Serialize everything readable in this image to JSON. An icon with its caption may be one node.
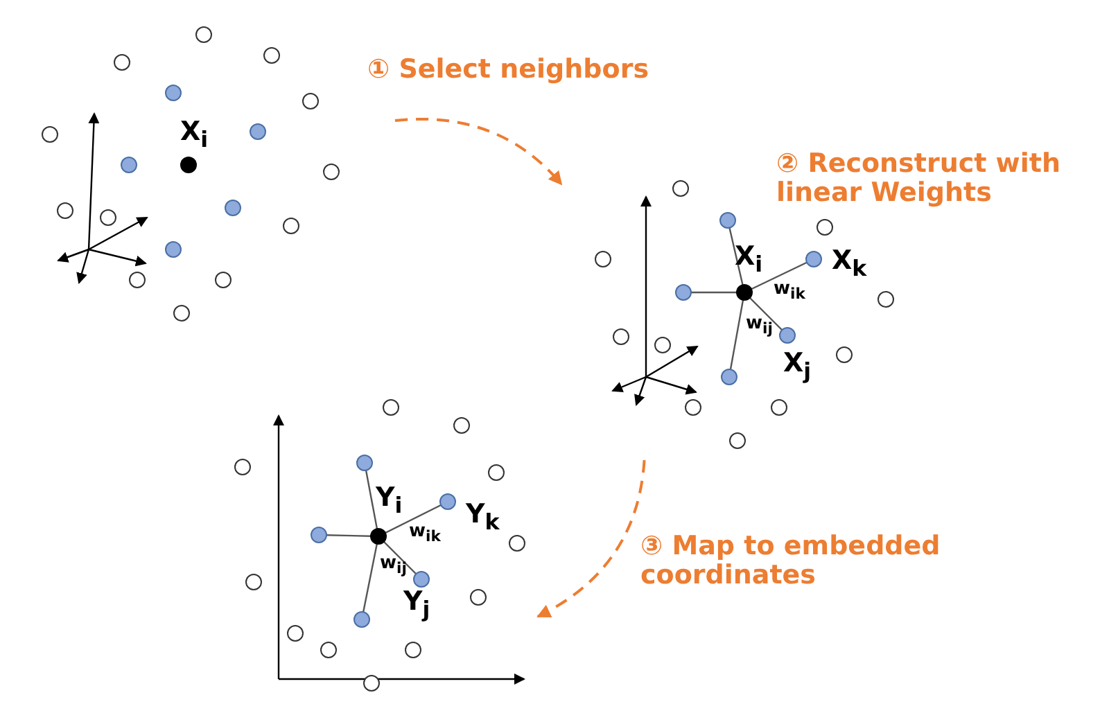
{
  "diagram": {
    "nodes": [
      {
        "text": [],
        "shape": "picture"
      },
      {
        "text": [],
        "shape": "picture"
      },
      {
        "text": [],
        "shape": "picture"
      }
    ],
    "edges": [
      {
        "from": 0,
        "to": 1,
        "arrow": "to",
        "label": "① Select neighbors",
        "style": "dashed",
        "color": "#ed7d31"
      },
      {
        "from": 1,
        "to": 2,
        "arrow": "to",
        "label": "③ Map to embedded coordinates",
        "style": "dashed",
        "color": "#ed7d31"
      }
    ],
    "labels": [
      "X$_{i}$",
      "② Reconstruct with linear Weights",
      "X$_{i}$",
      "X$_{k}$",
      "w$_{ik}$",
      "w$_{ij}$",
      "X$_{j}$",
      "Y$_{i}$",
      "Y$_{k}$",
      "w$_{ik}$",
      "w$_{ij}$",
      "Y$_{j}$"
    ]
  }
}
